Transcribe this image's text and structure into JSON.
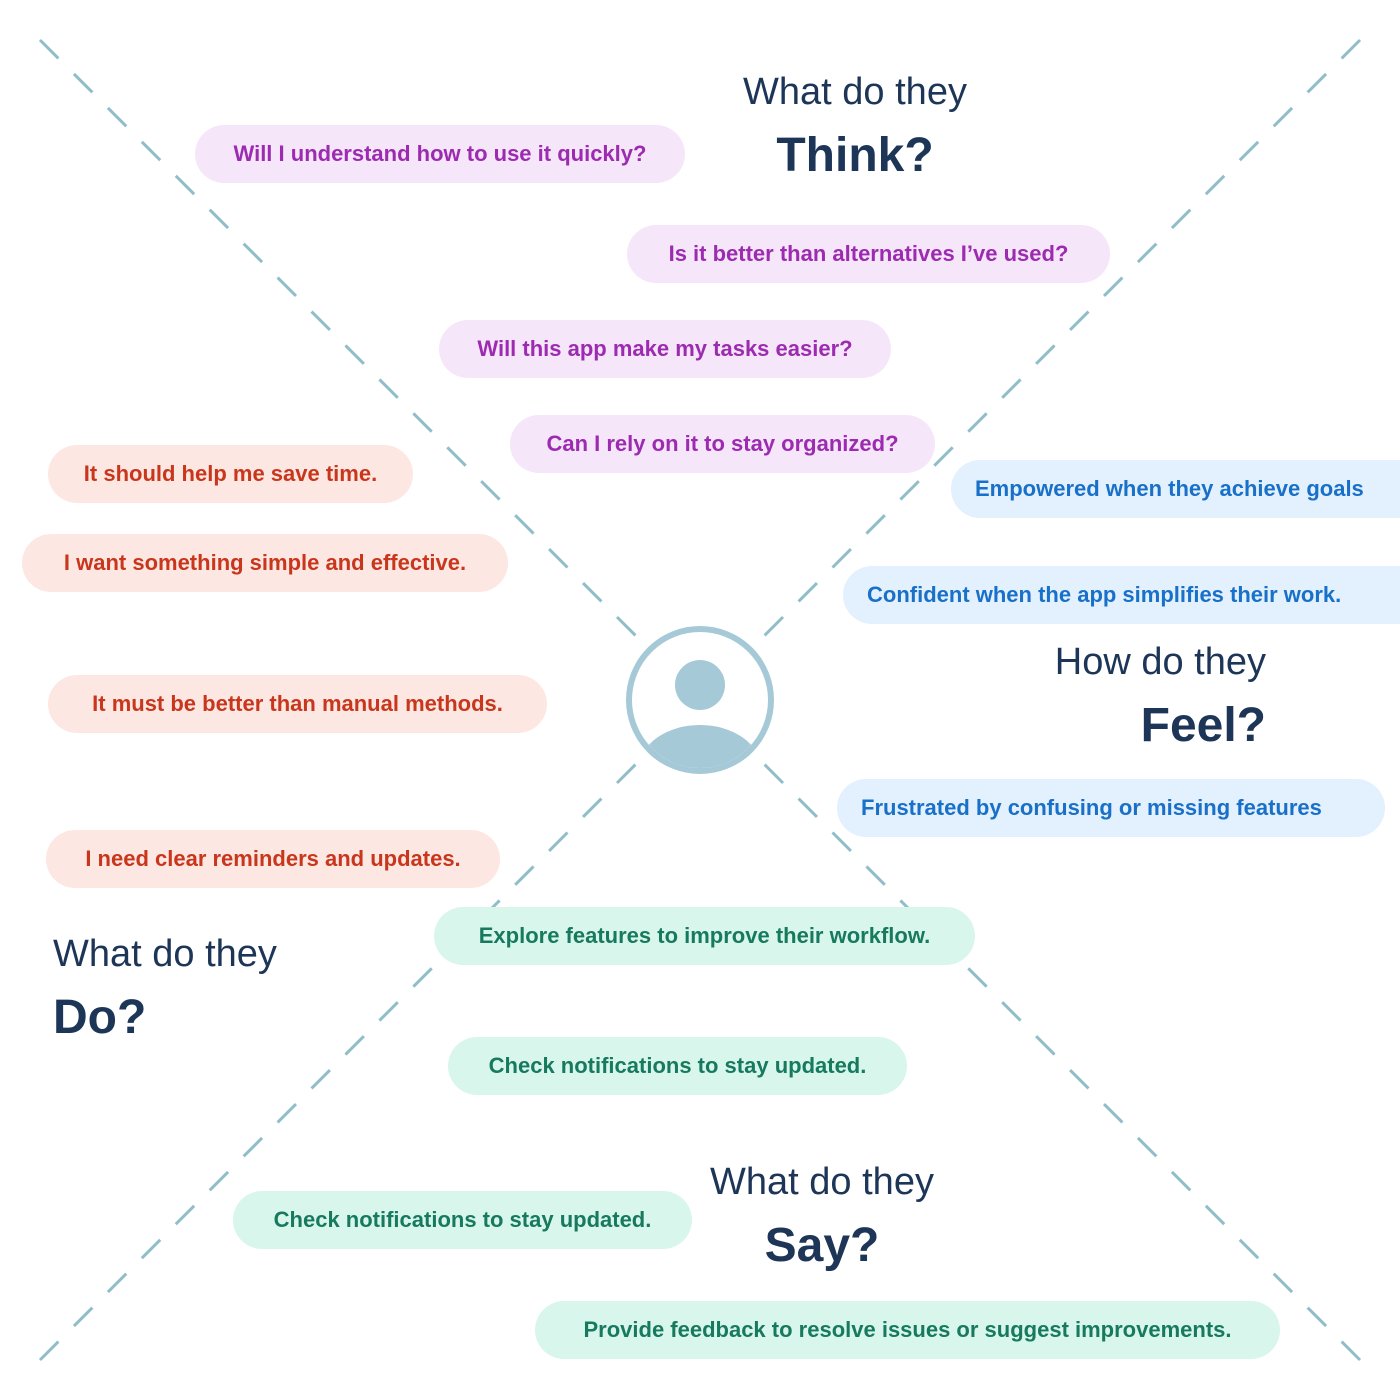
{
  "colors": {
    "dashed_line": "#8fbec9",
    "heading": "#1d3557",
    "avatar": "#a5c9d6",
    "think_bg": "#f6e6f9",
    "think_text": "#9c2bb1",
    "say_bg": "#fde7e3",
    "say_text": "#c8361c",
    "feel_bg": "#e3f0fd",
    "feel_text": "#1970c8",
    "do_bg": "#d8f6ec",
    "do_text": "#177a5e"
  },
  "center": {
    "icon": "user-avatar-icon"
  },
  "think": {
    "question": "What do they",
    "keyword": "Think?",
    "items": [
      "Will I understand how to use it quickly?",
      "Is it better than alternatives I’ve used?",
      "Will this app make my tasks easier?",
      "Can I rely on it to stay organized?"
    ]
  },
  "feel": {
    "question": "How do they",
    "keyword": "Feel?",
    "items": [
      "Empowered when they achieve goals",
      "Confident when the app simplifies their work.",
      "Frustrated by confusing or missing features"
    ]
  },
  "do": {
    "question": "What do they",
    "keyword": "Do?",
    "items": [
      "Explore features to improve their workflow.",
      "Check notifications to stay updated.",
      "Check notifications to stay updated.",
      "Provide feedback to resolve issues or suggest improvements."
    ]
  },
  "say": {
    "question": "What do they",
    "keyword": "Say?",
    "items": [
      "It should help me save time.",
      "I want something simple and effective.",
      "It must be better than manual methods.",
      "I need clear reminders and updates."
    ]
  }
}
